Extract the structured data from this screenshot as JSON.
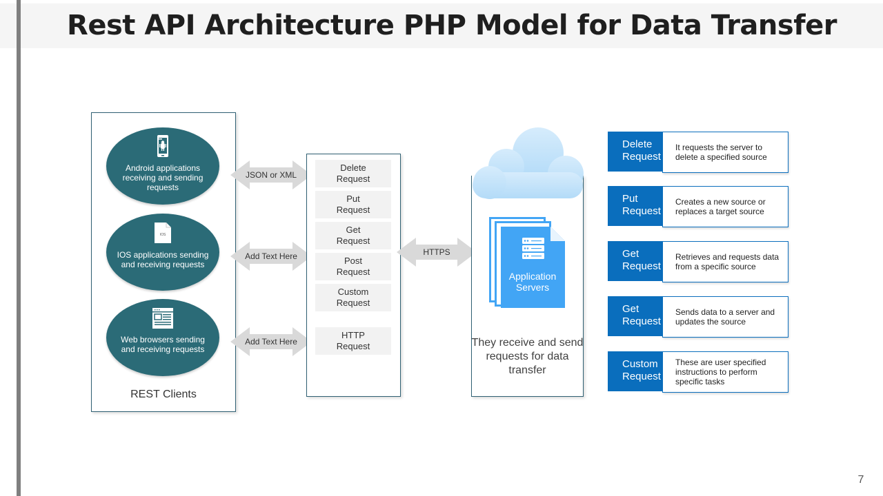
{
  "title": "Rest API Architecture PHP Model for Data Transfer",
  "clients": {
    "label": "REST Clients",
    "items": [
      {
        "icon": "android-phone-icon",
        "text": "Android applications receiving and sending requests"
      },
      {
        "icon": "ios-file-icon",
        "icon_label": "IOS",
        "text": "IOS applications sending and receiving requests"
      },
      {
        "icon": "web-browser-icon",
        "text": "Web browsers sending and receiving requests"
      }
    ]
  },
  "connectors": {
    "client_1": "JSON or XML",
    "client_2": "Add Text Here",
    "client_3": "Add Text Here",
    "server": "HTTPS"
  },
  "requests": [
    "Delete Request",
    "Put Request",
    "Get Request",
    "Post Request",
    "Custom Request",
    "HTTP Request"
  ],
  "requests_split": [
    [
      "Delete",
      "Request"
    ],
    [
      "Put",
      "Request"
    ],
    [
      "Get",
      "Request"
    ],
    [
      "Post",
      "Request"
    ],
    [
      "Custom",
      "Request"
    ],
    [
      "HTTP",
      "Request"
    ]
  ],
  "server": {
    "icon": "server-rack-icon",
    "label_line1": "Application",
    "label_line2": "Servers",
    "description": "They receive and send requests for data transfer"
  },
  "definitions": [
    {
      "tag1": "Delete",
      "tag2": "Request",
      "text": "It requests the server to delete a specified source"
    },
    {
      "tag1": "Put",
      "tag2": "Request",
      "text": "Creates a new source or replaces a target source"
    },
    {
      "tag1": "Get",
      "tag2": "Request",
      "text": "Retrieves and requests data from a specific source"
    },
    {
      "tag1": "Get",
      "tag2": "Request",
      "text": "Sends data to a server and updates the source"
    },
    {
      "tag1": "Custom",
      "tag2": "Request",
      "text": "These are user specified instructions to perform specific tasks"
    }
  ],
  "colors": {
    "ellipse": "#2b6b77",
    "tag_blue": "#0a6ebd",
    "server_blue": "#42a5f5",
    "cloud": "#c5e3fa",
    "arrow_gray": "#d9d9d9"
  },
  "page_number": "7"
}
